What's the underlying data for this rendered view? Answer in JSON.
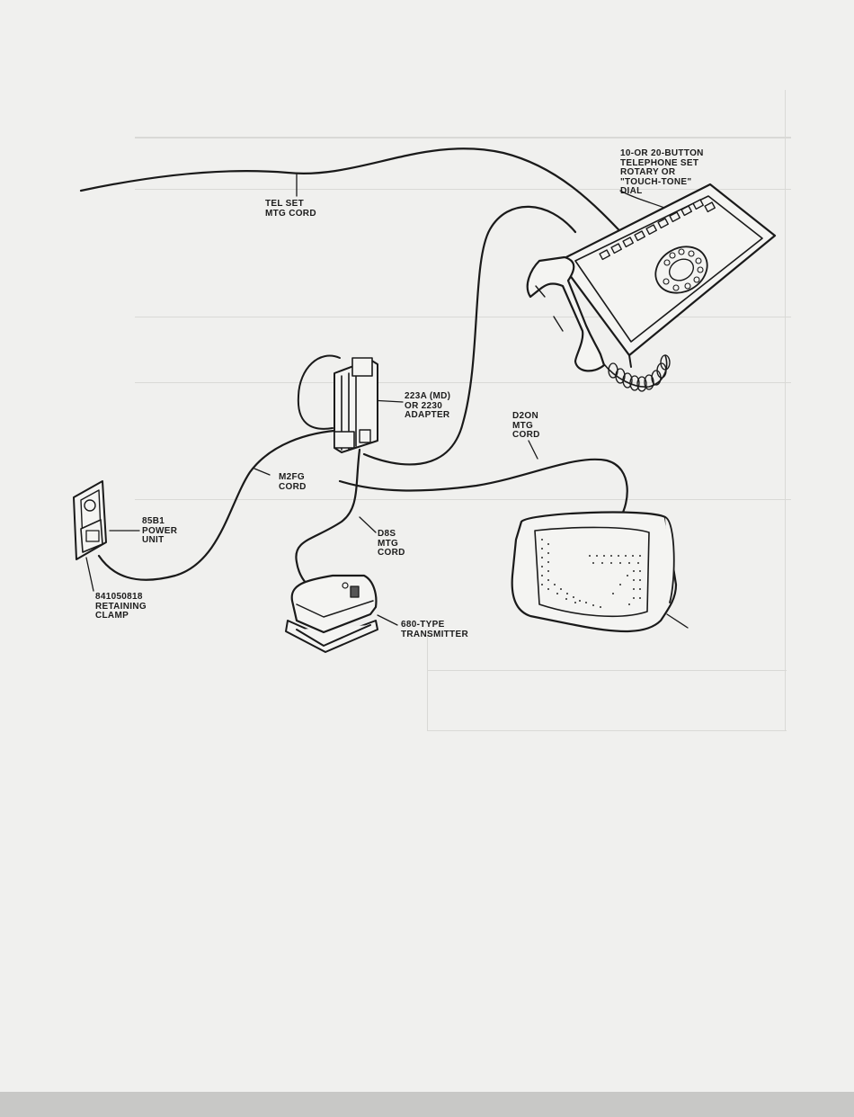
{
  "labels": {
    "phone": "10-OR 20-BUTTON\nTELEPHONE SET\nROTARY OR\n\"TOUCH-TONE\"\nDIAL",
    "tel_cord": "TEL SET\nMTG CORD",
    "adapter": "223A (MD)\nOR 2230\nADAPTER",
    "d20n": "D2ON\nMTG\nCORD",
    "m2fg": "M2FG\nCORD",
    "power": "85B1\nPOWER\nUNIT",
    "d8s": "D8S\nMTG\nCORD",
    "clamp": "841050818\nRETAINING\nCLAMP",
    "transmitter": "680-TYPE\nTRANSMITTER"
  },
  "footer": ""
}
